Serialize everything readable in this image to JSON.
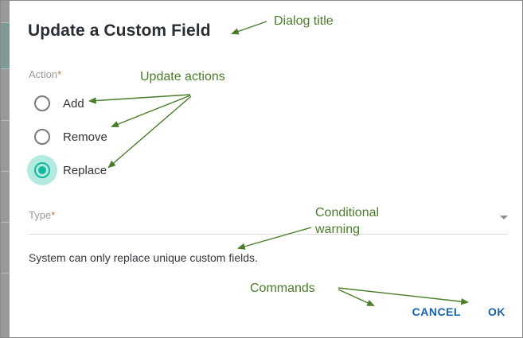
{
  "window": {
    "background_strip_color": "#9a9a9a"
  },
  "dialog": {
    "title": "Update a Custom Field",
    "action_field": {
      "label": "Action",
      "required_mark": "*",
      "options": [
        {
          "label": "Add",
          "selected": false
        },
        {
          "label": "Remove",
          "selected": false
        },
        {
          "label": "Replace",
          "selected": true
        }
      ],
      "selected_value": "Replace",
      "selected_color": "#12b89b",
      "halo_color": "#b2eadf",
      "unselected_color": "#7b7b7b"
    },
    "type_field": {
      "label": "Type",
      "required_mark": "*",
      "value": "",
      "placeholder": "",
      "dropdown_icon": "chevron-down-icon"
    },
    "warning": {
      "text": "System can only replace unique custom fields."
    },
    "buttons": {
      "cancel": "CANCEL",
      "ok": "OK",
      "color": "#1761b0"
    }
  },
  "annotations": {
    "color": "#4a7c29",
    "items": [
      {
        "id": "dialog-title",
        "text": "Dialog title"
      },
      {
        "id": "update-actions",
        "text": "Update actions"
      },
      {
        "id": "conditional-warning-l1",
        "text": "Conditional"
      },
      {
        "id": "conditional-warning-l2",
        "text": "warning"
      },
      {
        "id": "commands",
        "text": "Commands"
      }
    ]
  }
}
